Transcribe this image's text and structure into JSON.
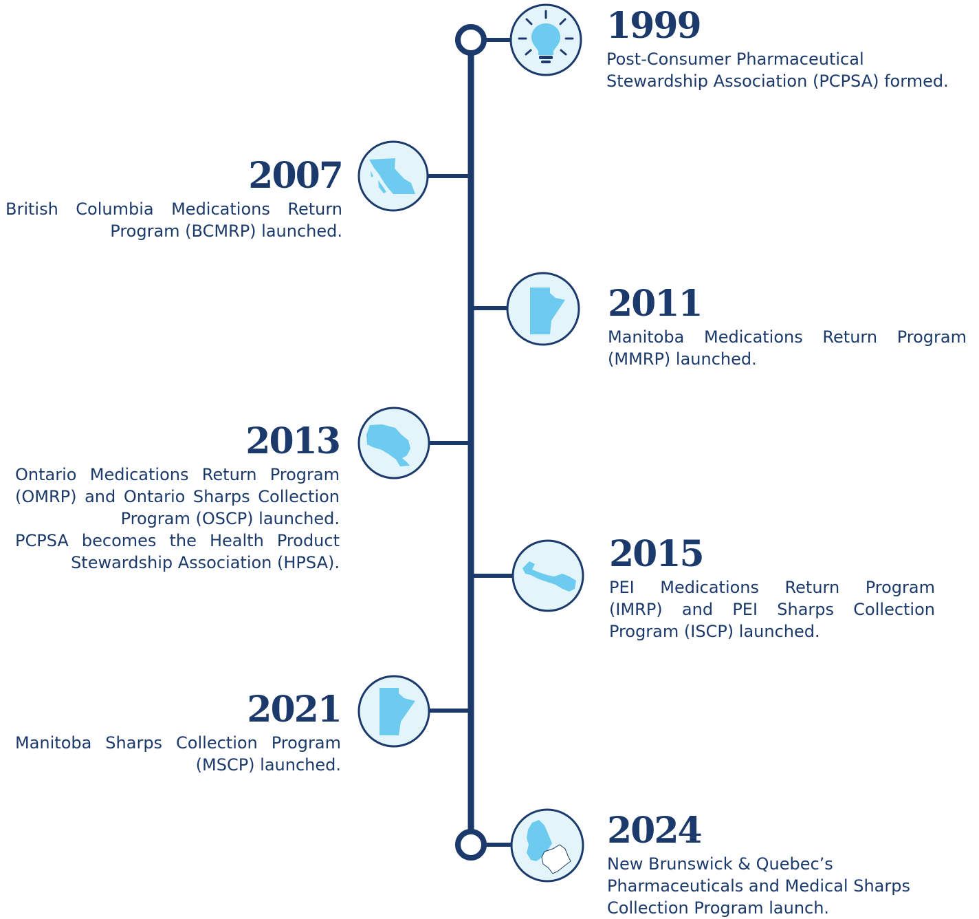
{
  "timeline": {
    "events": [
      {
        "year": "1999",
        "side": "right",
        "icon": "lightbulb-icon",
        "lines": [
          "Post-Consumer Pharmaceutical",
          "Stewardship Association (PCPSA) formed."
        ]
      },
      {
        "year": "2007",
        "side": "left",
        "icon": "british-columbia-map-icon",
        "lines": [
          "British Columbia Medications Return",
          "Program (BCMRP) launched."
        ]
      },
      {
        "year": "2011",
        "side": "right",
        "icon": "manitoba-map-icon",
        "lines": [
          "Manitoba Medications Return Program",
          "(MMRP) launched."
        ]
      },
      {
        "year": "2013",
        "side": "left",
        "icon": "ontario-map-icon",
        "lines": [
          "Ontario Medications Return Program",
          "(OMRP) and Ontario Sharps Collection",
          "Program (OSCP) launched.",
          "PCPSA becomes the Health Product",
          "Stewardship Association (HPSA)."
        ]
      },
      {
        "year": "2015",
        "side": "right",
        "icon": "pei-map-icon",
        "lines": [
          "PEI Medications Return Program",
          "(IMRP) and PEI Sharps Collection",
          "Program (ISCP) launched."
        ]
      },
      {
        "year": "2021",
        "side": "left",
        "icon": "manitoba-map-icon",
        "lines": [
          "Manitoba Sharps Collection Program",
          "(MSCP) launched."
        ]
      },
      {
        "year": "2024",
        "side": "right",
        "icon": "new-brunswick-quebec-map-icon",
        "lines": [
          "New Brunswick & Quebec’s",
          "Pharmaceuticals and Medical Sharps",
          "Collection Program launch."
        ]
      }
    ]
  },
  "colors": {
    "line": "#1b3a6b",
    "icon_bg": "#e3f4fb",
    "map_fill": "#6ccbef"
  }
}
